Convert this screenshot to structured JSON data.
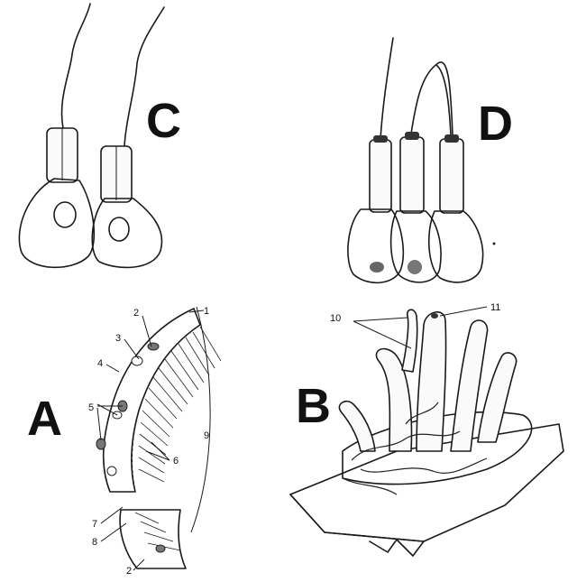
{
  "panels": {
    "a": {
      "letter": "A",
      "labels": [
        "1",
        "2",
        "3",
        "4",
        "5",
        "6",
        "7",
        "8",
        "9",
        "2"
      ]
    },
    "b": {
      "letter": "B",
      "labels": [
        "10",
        "11"
      ]
    },
    "c": {
      "letter": "C"
    },
    "d": {
      "letter": "D"
    }
  }
}
